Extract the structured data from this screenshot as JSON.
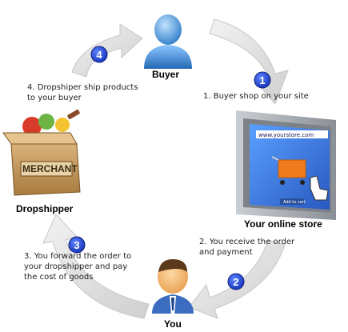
{
  "nodes": {
    "buyer": "Buyer",
    "store": "Your online store",
    "you": "You",
    "dropshipper": "Dropshipper"
  },
  "steps": [
    {
      "number": "1",
      "text": "1. Buyer shop on your site"
    },
    {
      "number": "2",
      "text": "2. You receive the order\n   and payment"
    },
    {
      "number": "3",
      "text": "3. You forward the order to\n   your dropshipper and pay\n   the cost of goods"
    },
    {
      "number": "4",
      "text": "4. Dropshiper ship products\n   to your buyer"
    }
  ],
  "store_screen": {
    "url": "www.yourstore.com",
    "button": "Add to cart"
  },
  "crate_label": "MERCHANT",
  "colors": {
    "badge": "#1a3fd0",
    "arrow": "#d8d8d8",
    "monitor": "#9aa0a6",
    "screen": "#3a78d8",
    "buyer_body": "#3f8fd6",
    "crate": "#c9a063"
  },
  "icons": [
    "buyer-person-icon",
    "monitor-cart-icon",
    "merchant-crate-icon",
    "businessman-icon"
  ]
}
